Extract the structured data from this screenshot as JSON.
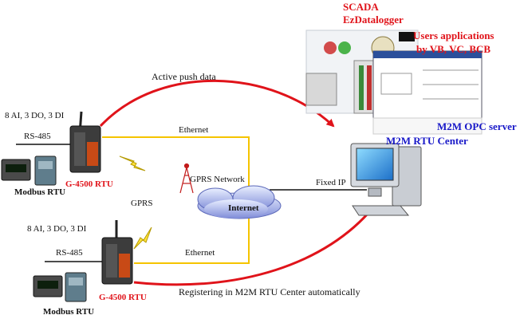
{
  "top_rtu": {
    "io": "8 AI, 3 DO, 3 DI",
    "bus": "RS-485",
    "device": "G-4500 RTU",
    "modbus": "Modbus RTU"
  },
  "bottom_rtu": {
    "io": "8 AI, 3 DO, 3 DI",
    "bus": "RS-485",
    "device": "G-4500 RTU",
    "modbus": "Modbus RTU"
  },
  "links": {
    "active_push": "Active push data",
    "ethernet_top": "Ethernet",
    "ethernet_bottom": "Ethernet",
    "gprs": "GPRS",
    "gprs_network": "GPRS Network",
    "internet": "Internet",
    "fixed_ip": "Fixed IP",
    "registering": "Registering in M2M RTU Center automatically"
  },
  "apps": {
    "scada": "SCADA",
    "ezdatalogger": "EzDatalogger",
    "users_line1": "Users applications",
    "users_line2": "by VB, VC, BCB",
    "opc": "M2M OPC server",
    "center": "M2M RTU Center"
  },
  "colors": {
    "arrow": "#e0131a",
    "ethernet": "#f5c400",
    "title_red": "#e0131a",
    "title_blue": "#1818c8"
  }
}
